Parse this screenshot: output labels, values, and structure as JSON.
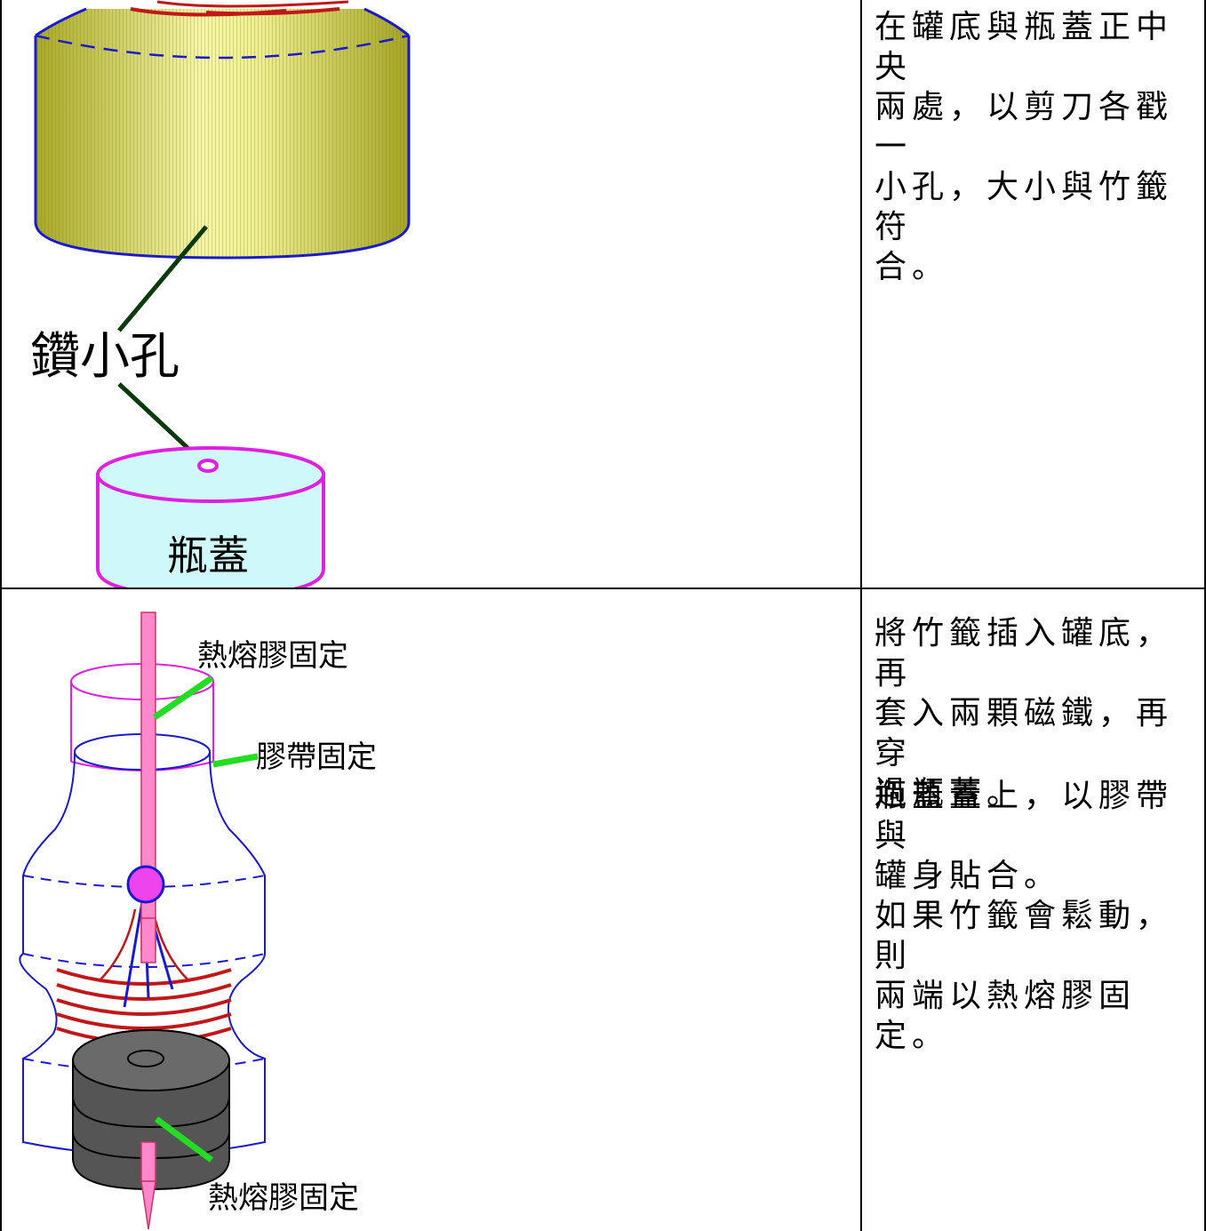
{
  "row1": {
    "caption": "在罐底與瓶蓋正中央\n兩處，以剪刀各戳一\n小孔，大小與竹籤符\n合。",
    "figure": {
      "drill_label": "鑽小孔",
      "cap_label": "瓶蓋"
    }
  },
  "row2": {
    "caption_1": "將竹籤插入罐底，再\n套入兩顆磁鐵，再穿\n過瓶蓋。",
    "caption_2": "瓶蓋蓋上，以膠帶與\n罐身貼合。\n如果竹籤會鬆動，則\n兩端以熱熔膠固定。",
    "figure": {
      "glue_top_label": "熱熔膠固定",
      "tape_label": "膠帶固定",
      "glue_bottom_label": "熱熔膠固定"
    }
  },
  "colors": {
    "can_body": "#d4d44a",
    "can_outline": "#1a1acc",
    "cap_fill": "#cff8fa",
    "cap_outline": "#e020e0",
    "coil": "#c01818",
    "leader": "#0a3a0a",
    "callout": "#22dd22",
    "stick": "#ff88cc",
    "magnet": "#555555"
  }
}
